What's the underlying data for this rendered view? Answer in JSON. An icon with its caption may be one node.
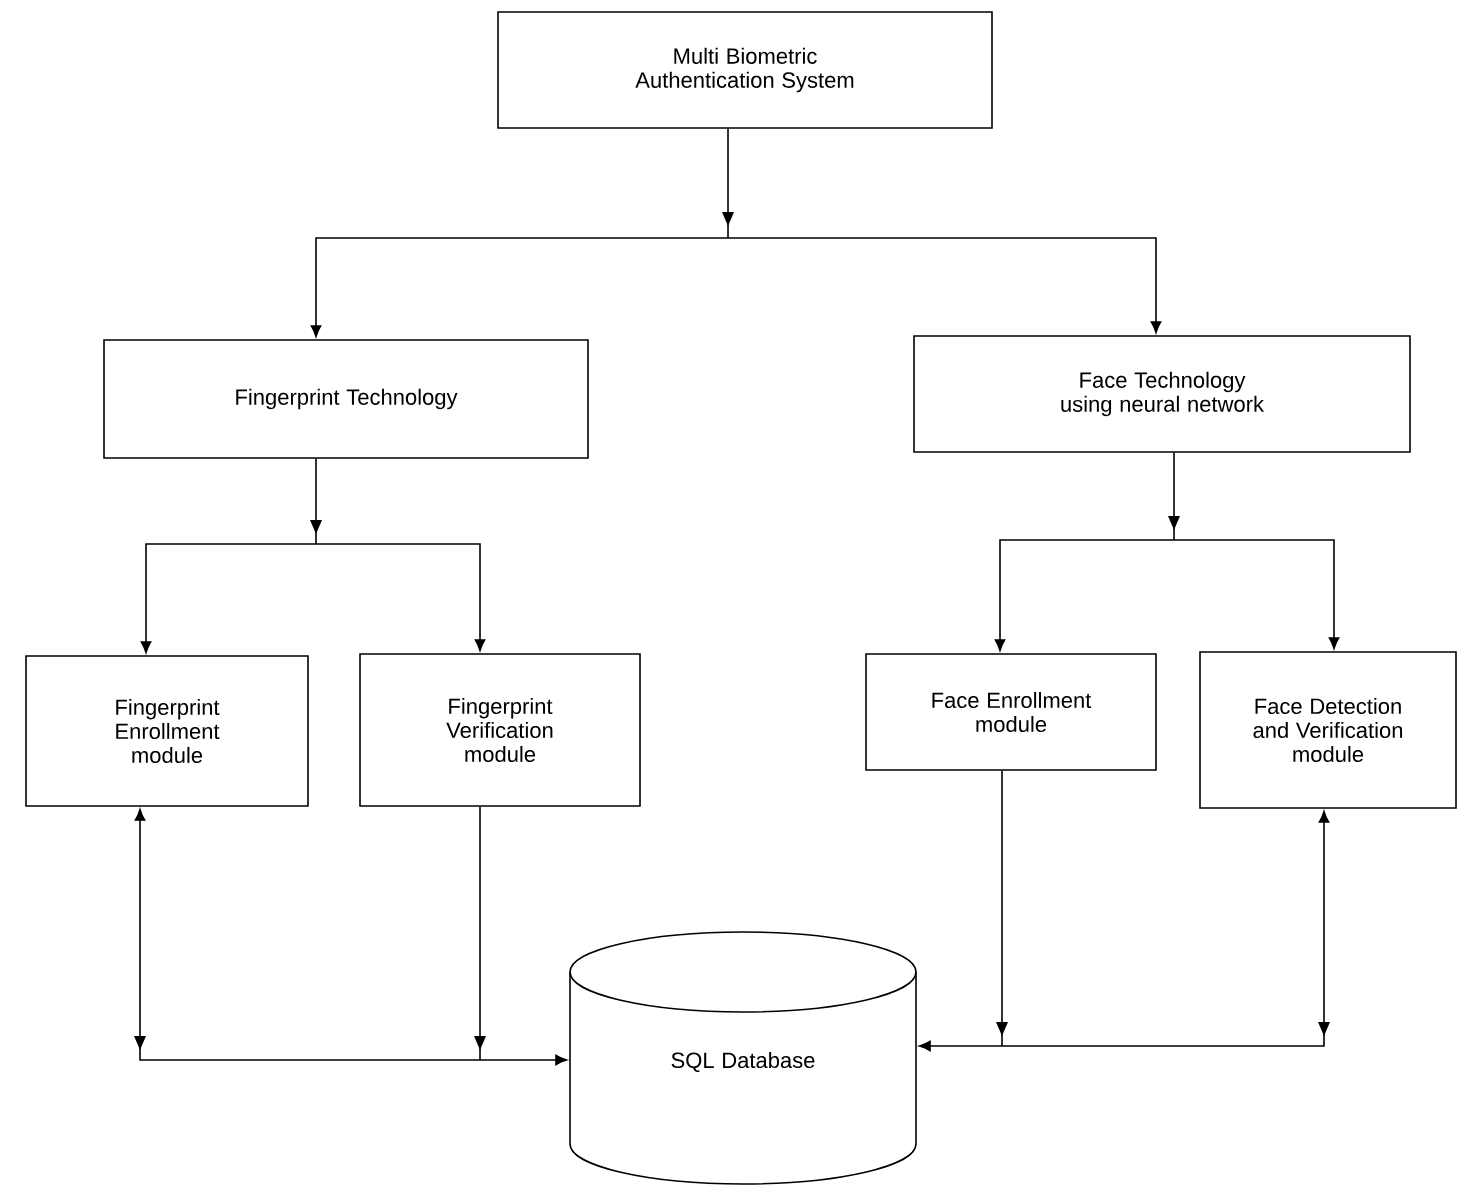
{
  "diagram": {
    "nodes": [
      {
        "text": [
          "Multi Biometric Authentication System"
        ]
      },
      {
        "text": [
          "Fingerprint Technology"
        ]
      },
      {
        "text": [
          "Face Technology using neural network"
        ]
      },
      {
        "text": [
          "Fingerprint Enrollment module"
        ]
      },
      {
        "text": [
          "Fingerprint Verification module"
        ]
      },
      {
        "text": [
          "Face Enrollment module"
        ]
      },
      {
        "text": [
          "Face Detection and Verification module"
        ]
      },
      {
        "text": [
          "SQL Database"
        ]
      }
    ],
    "edges": [
      {
        "from": 0,
        "to": 1,
        "arrow": "to"
      },
      {
        "from": 0,
        "to": 2,
        "arrow": "to"
      },
      {
        "from": 1,
        "to": 3,
        "arrow": "to"
      },
      {
        "from": 1,
        "to": 4,
        "arrow": "to"
      },
      {
        "from": 2,
        "to": 5,
        "arrow": "to"
      },
      {
        "from": 2,
        "to": 6,
        "arrow": "to"
      },
      {
        "from": 3,
        "to": 7,
        "arrow": "both"
      },
      {
        "from": 4,
        "to": 7,
        "arrow": "to"
      },
      {
        "from": 5,
        "to": 7,
        "arrow": "to"
      },
      {
        "from": 6,
        "to": 7,
        "arrow": "both"
      }
    ]
  }
}
